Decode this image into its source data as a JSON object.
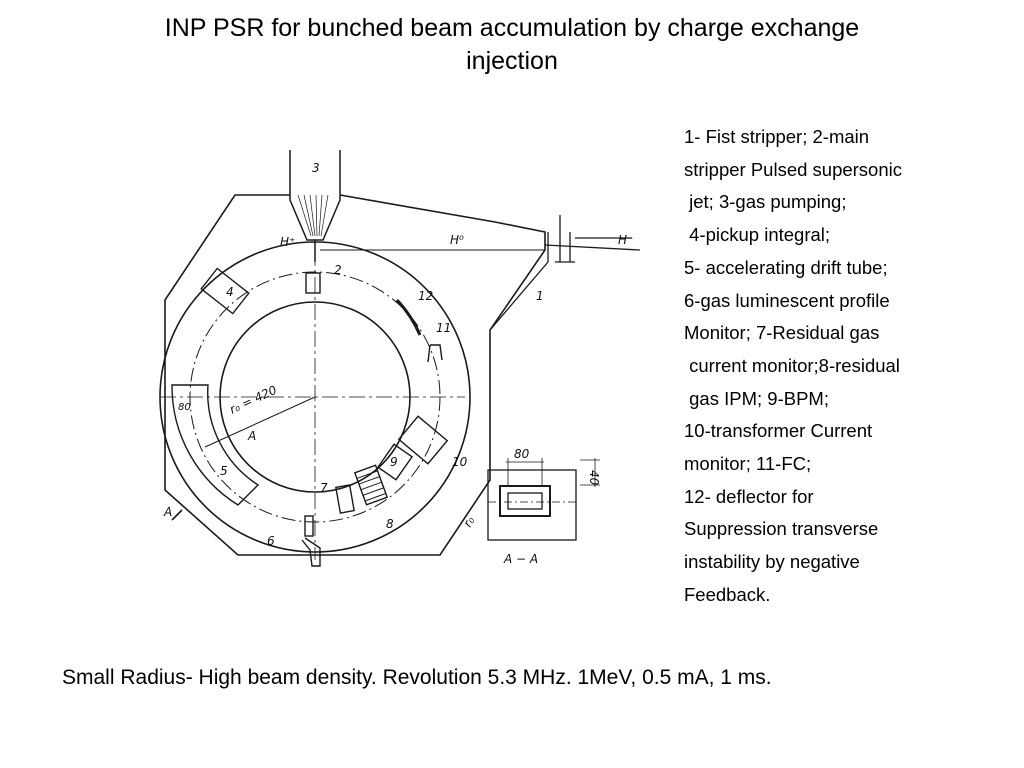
{
  "title": {
    "line1": "INP PSR for bunched beam accumulation by charge exchange",
    "line2": "injection"
  },
  "legend": [
    "1- Fist stripper; 2-main",
    "stripper Pulsed supersonic",
    " jet; 3-gas pumping;",
    " 4-pickup integral;",
    "5- accelerating drift tube;",
    "6-gas luminescent profile",
    "Monitor; 7-Residual gas",
    " current monitor;8-residual",
    " gas IPM; 9-BPM;",
    "10-transformer Current",
    "monitor; 11-FC;",
    "12- deflector for",
    "Suppression transverse",
    "instability by negative",
    "Feedback."
  ],
  "footer": "Small Radius- High beam density. Revolution 5.3 MHz. 1MeV, 0.5 mA, 1 ms.",
  "diagram": {
    "labels": {
      "n1": "1",
      "n2": "2",
      "n3": "3",
      "n4": "4",
      "n5": "5",
      "n6": "6",
      "n7": "7",
      "n8": "8",
      "n9": "9",
      "n10": "10",
      "n11": "11",
      "n12": "12",
      "hplus": "H⁺",
      "h0": "H⁰",
      "hminus": "H⁻",
      "radius": "r₀ = 420",
      "r0": "r₀",
      "dim80a": "80",
      "dim80b": "80",
      "dim40": "40",
      "a_mark": "A",
      "a_left": "A",
      "section": "A − A"
    }
  }
}
